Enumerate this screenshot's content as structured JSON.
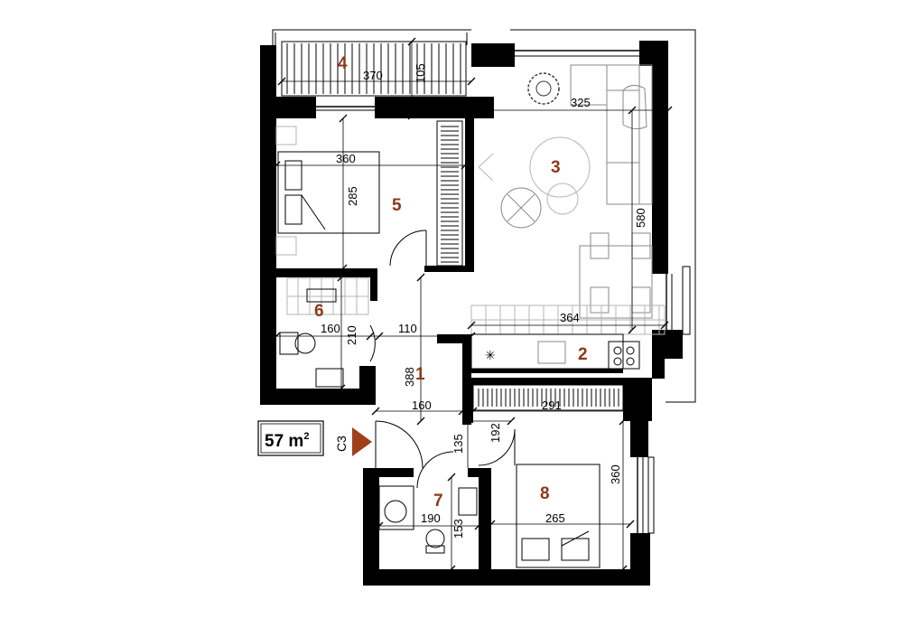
{
  "area": {
    "value": "57 m",
    "superscript": "2"
  },
  "unit_label": "C3",
  "entrance_arrow_color": "#a0401a",
  "room_number_color": "#8b3a1a",
  "rooms": [
    {
      "id": "1",
      "label": "1"
    },
    {
      "id": "2",
      "label": "2"
    },
    {
      "id": "3",
      "label": "3"
    },
    {
      "id": "4",
      "label": "4"
    },
    {
      "id": "5",
      "label": "5"
    },
    {
      "id": "6",
      "label": "6"
    },
    {
      "id": "7",
      "label": "7"
    },
    {
      "id": "8",
      "label": "8"
    }
  ],
  "dimensions": {
    "balcony_width": "370",
    "balcony_depth": "105",
    "living_width": "325",
    "living_length": "580",
    "bedroom5_width": "360",
    "bedroom5_depth": "285",
    "bath6_width": "160",
    "bath6_depth": "210",
    "hall_width_top": "110",
    "hall_length": "388",
    "hall_width_bottom": "160",
    "kitchen_width": "364",
    "wardrobe_width": "291",
    "bedroom8_depth": "360",
    "bedroom8_width": "265",
    "corridor_length": "135",
    "corridor_width": "192",
    "wc7_width": "190",
    "wc7_depth": "153"
  }
}
